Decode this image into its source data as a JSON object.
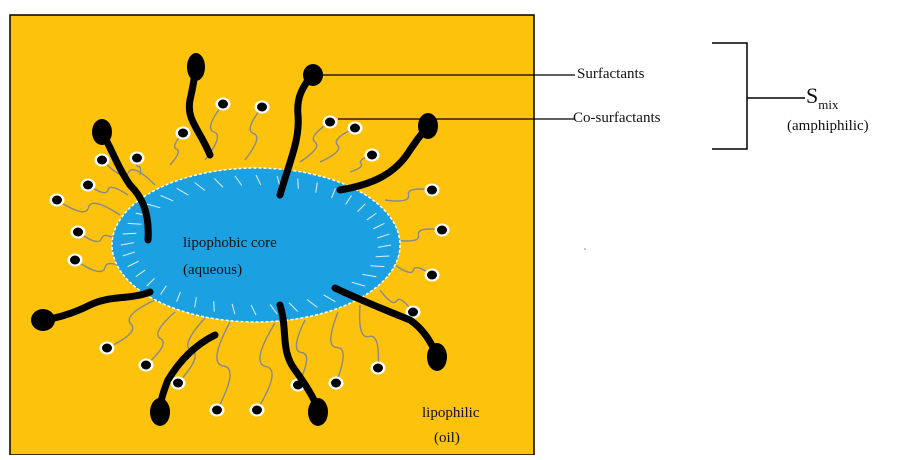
{
  "colors": {
    "oil_background": "#FDC20C",
    "aqueous_core": "#1BA1E2",
    "surfactant": "#000000",
    "co_surfactant_tail": "#8a8a8a",
    "outline": "#000000"
  },
  "labels": {
    "core_line1": "lipophobic core",
    "core_line2": "(aqueous)",
    "oil_line1": "lipophilic",
    "oil_line2": "(oil)",
    "surfactants": "Surfactants",
    "co_surfactants": "Co-surfactants",
    "smix_main": "S",
    "smix_sub": "mix",
    "smix_desc": "(amphiphilic)"
  }
}
